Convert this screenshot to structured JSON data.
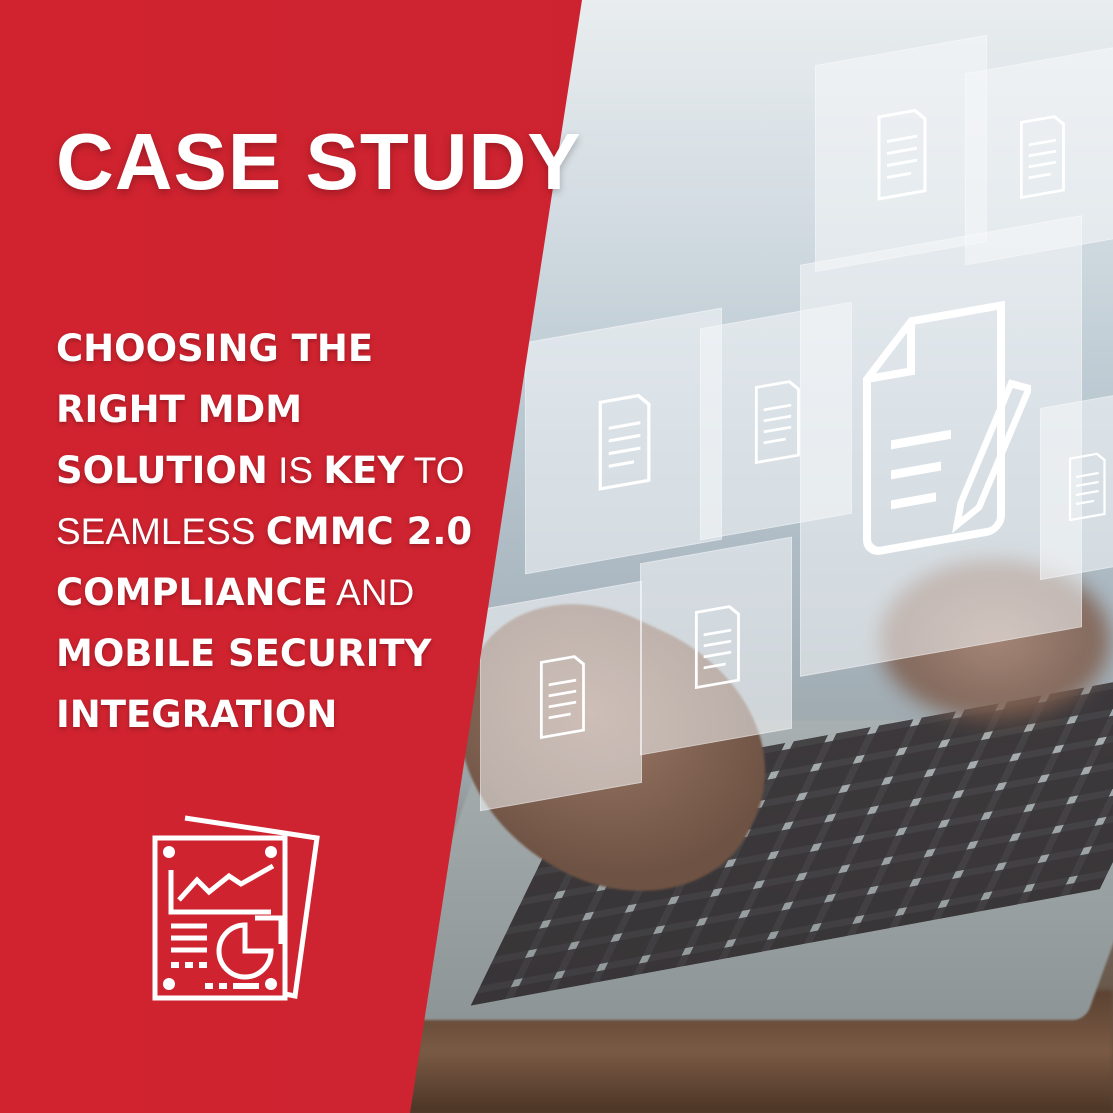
{
  "title": "CASE STUDY",
  "headline": {
    "lines": [
      [
        {
          "t": "CHOOSING THE",
          "w": "bold"
        }
      ],
      [
        {
          "t": "RIGHT MDM",
          "w": "bold"
        }
      ],
      [
        {
          "t": "SOLUTION",
          "w": "bold"
        },
        {
          "t": " IS ",
          "w": "regular"
        },
        {
          "t": "KEY",
          "w": "bold"
        },
        {
          "t": " TO",
          "w": "regular"
        }
      ],
      [
        {
          "t": "SEAMLESS ",
          "w": "regular"
        },
        {
          "t": "CMMC 2.0",
          "w": "bold"
        }
      ],
      [
        {
          "t": "COMPLIANCE",
          "w": "bold"
        },
        {
          "t": " AND",
          "w": "regular"
        }
      ],
      [
        {
          "t": "MOBILE SECURITY",
          "w": "bold"
        }
      ],
      [
        {
          "t": "INTEGRATION",
          "w": "bold"
        }
      ]
    ],
    "full_text": "CHOOSING THE RIGHT MDM SOLUTION IS KEY TO SEAMLESS CMMC 2.0 COMPLIANCE AND MOBILE SECURITY INTEGRATION"
  },
  "icons": {
    "report": "report-document-chart-icon",
    "floating_docs": "document-icon"
  },
  "colors": {
    "brand_red": "#d0232f",
    "brand_red_dark": "#8e141d",
    "text": "#ffffff"
  },
  "image": {
    "description": "Hands typing on a laptop keyboard with floating translucent document icons"
  }
}
